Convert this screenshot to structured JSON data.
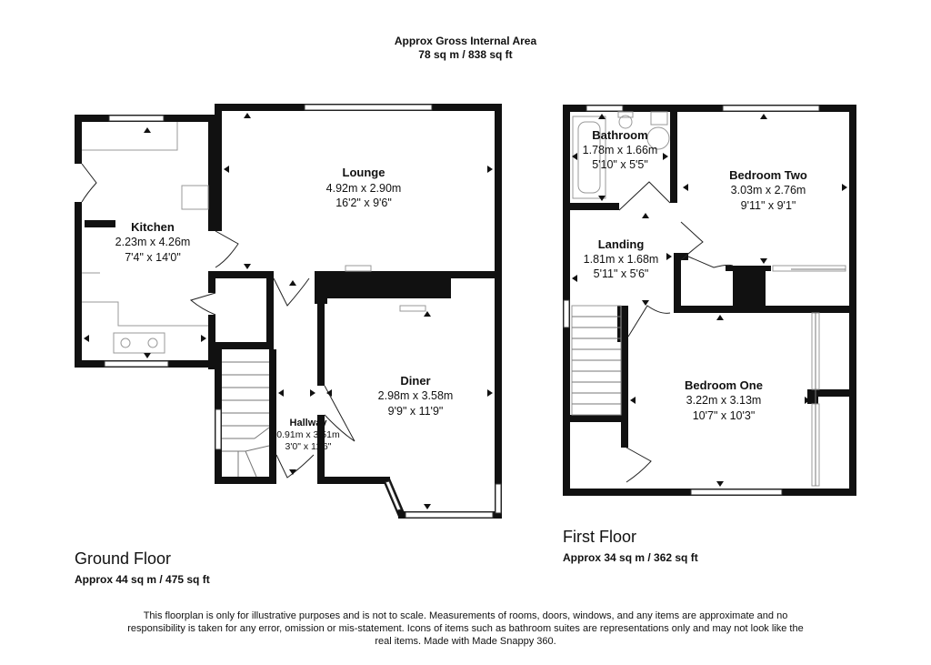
{
  "header": {
    "title": "Approx Gross Internal Area",
    "area": "78 sq m / 838 sq ft"
  },
  "ground_floor": {
    "title": "Ground Floor",
    "area": "Approx 44 sq m / 475 sq ft",
    "rooms": {
      "kitchen": {
        "name": "Kitchen",
        "metric": "2.23m x 4.26m",
        "imperial": "7'4\" x 14'0\""
      },
      "lounge": {
        "name": "Lounge",
        "metric": "4.92m x 2.90m",
        "imperial": "16'2\" x 9'6\""
      },
      "diner": {
        "name": "Diner",
        "metric": "2.98m x 3.58m",
        "imperial": "9'9\" x 11'9\""
      },
      "hallway": {
        "name": "Hallway",
        "metric": "0.91m x 3.51m",
        "imperial": "3'0\" x 11'6\""
      }
    }
  },
  "first_floor": {
    "title": "First Floor",
    "area": "Approx 34 sq m / 362 sq ft",
    "rooms": {
      "bathroom": {
        "name": "Bathroom",
        "metric": "1.78m x 1.66m",
        "imperial": "5'10\" x 5'5\""
      },
      "bedroom_two": {
        "name": "Bedroom Two",
        "metric": "3.03m x 2.76m",
        "imperial": "9'11\" x 9'1\""
      },
      "landing": {
        "name": "Landing",
        "metric": "1.81m x 1.68m",
        "imperial": "5'11\" x 5'6\""
      },
      "bedroom_one": {
        "name": "Bedroom One",
        "metric": "3.22m x 3.13m",
        "imperial": "10'7\" x 10'3\""
      }
    }
  },
  "disclaimer": "This floorplan is only for illustrative purposes and is not to scale. Measurements of rooms, doors, windows, and any items are approximate and no responsibility is taken for any error, omission or mis-statement. Icons of items such as bathroom suites are representations only and may not look like the real items. Made with Made Snappy 360."
}
